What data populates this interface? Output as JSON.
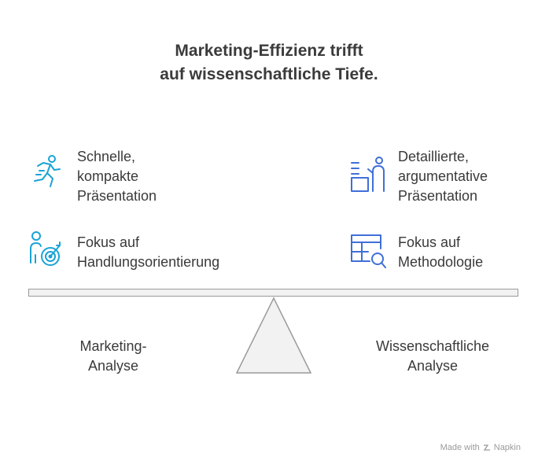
{
  "title": {
    "line1": "Marketing-Effizienz trifft",
    "line2": "auf wissenschaftliche Tiefe."
  },
  "left": {
    "items": [
      {
        "icon": "running-person-icon",
        "lines": [
          "Schnelle,",
          "kompakte",
          "Präsentation"
        ]
      },
      {
        "icon": "target-person-icon",
        "lines": [
          "Fokus auf",
          "Handlungsorientierung"
        ]
      }
    ],
    "label": [
      "Marketing-",
      "Analyse"
    ]
  },
  "right": {
    "items": [
      {
        "icon": "presenter-board-icon",
        "lines": [
          "Detaillierte,",
          "argumentative",
          "Präsentation"
        ]
      },
      {
        "icon": "table-search-icon",
        "lines": [
          "Fokus auf",
          "Methodologie"
        ]
      }
    ],
    "label": [
      "Wissenschaftliche",
      "Analyse"
    ]
  },
  "colors": {
    "left_icons": "#1aa3d6",
    "right_icons": "#3f6fd8",
    "beam_fill": "#f2f2f2",
    "beam_stroke": "#9a9a9a"
  },
  "footer": {
    "made_with": "Made with",
    "brand": "Napkin"
  }
}
